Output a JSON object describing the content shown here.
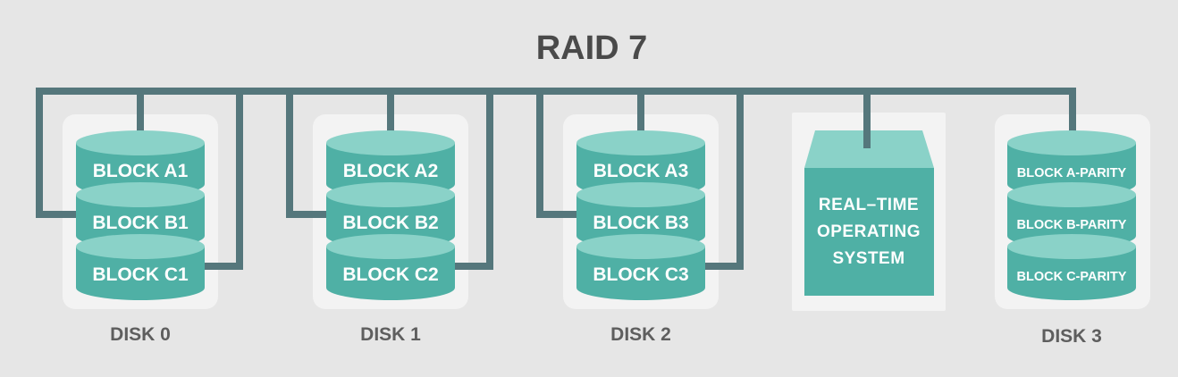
{
  "title": "RAID 7",
  "colors": {
    "background": "#e6e6e6",
    "panel": "#f3f3f3",
    "cylinder_body": "#4fb0a5",
    "cylinder_top": "#8ad2c8",
    "line": "#55777c",
    "text_dark": "#4a4a4a",
    "text_label": "#5e5e5e"
  },
  "disks": [
    {
      "label": "DISK 0",
      "blocks": [
        "BLOCK A1",
        "BLOCK B1",
        "BLOCK C1"
      ]
    },
    {
      "label": "DISK 1",
      "blocks": [
        "BLOCK A2",
        "BLOCK B2",
        "BLOCK C2"
      ]
    },
    {
      "label": "DISK 2",
      "blocks": [
        "BLOCK A3",
        "BLOCK B3",
        "BLOCK C3"
      ]
    },
    {
      "label": "DISK 3",
      "blocks": [
        "BLOCK A-PARITY",
        "BLOCK B-PARITY",
        "BLOCK C-PARITY"
      ]
    }
  ],
  "os": {
    "lines": [
      "REAL–TIME",
      "OPERATING",
      "SYSTEM"
    ]
  }
}
